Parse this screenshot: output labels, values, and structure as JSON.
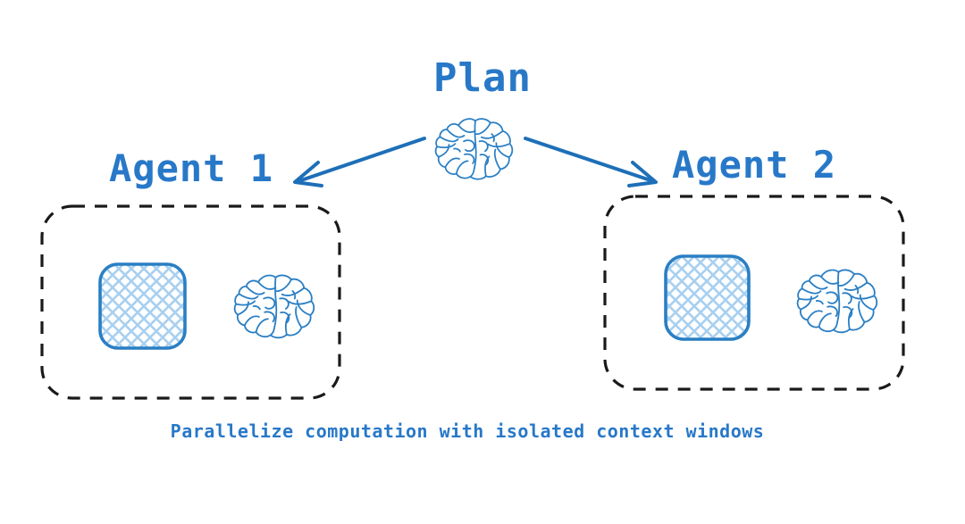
{
  "diagram": {
    "background_color": "#ffffff",
    "accent_color": "#2878c8",
    "arrow_color": "#1d6fb8",
    "box_border_color": "#1a1a1a",
    "hatch_color": "#a8d0f0",
    "title": "Plan",
    "caption": "Parallelize computation with isolated context windows",
    "agents": [
      {
        "label": "Agent 1",
        "context_window_icon": "hatched-rounded-square",
        "model_icon": "brain-icon"
      },
      {
        "label": "Agent 2",
        "context_window_icon": "hatched-rounded-square",
        "model_icon": "brain-icon"
      }
    ],
    "planner": {
      "icon": "brain-icon"
    },
    "arrows": [
      {
        "name": "arrow-to-agent-1",
        "direction": "down-left"
      },
      {
        "name": "arrow-to-agent-2",
        "direction": "down-right"
      }
    ]
  }
}
